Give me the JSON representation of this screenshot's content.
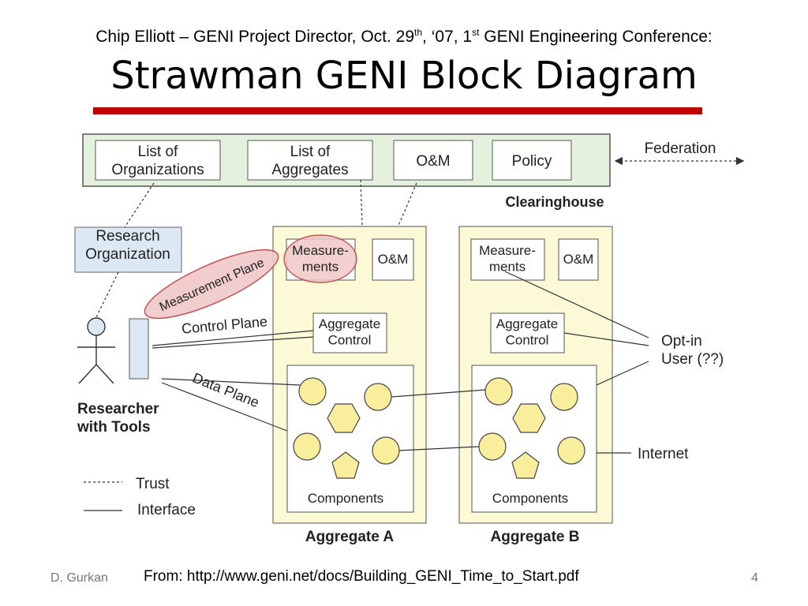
{
  "header": {
    "subtitle_prefix": "Chip Elliott – GENI Project Director, Oct. 29",
    "sup1": "th",
    "subtitle_mid": ", ‘07, 1",
    "sup2": "st",
    "subtitle_suffix": " GENI Engineering Conference:",
    "title": "Strawman GENI Block Diagram"
  },
  "clearinghouse": {
    "boxes": [
      "List of\nOrganizations",
      "List of\nAggregates",
      "O&M",
      "Policy"
    ],
    "label": "Clearinghouse",
    "federation": "Federation"
  },
  "research_org": "Research\nOrganization",
  "researcher": "Researcher\nwith Tools",
  "planes": {
    "measurement": "Measurement Plane",
    "control": "Control Plane",
    "data": "Data Plane"
  },
  "aggregate_a": {
    "measurements": "Measure-\nments",
    "om": "O&M",
    "control": "Aggregate\nControl",
    "components": "Components",
    "label": "Aggregate A"
  },
  "aggregate_b": {
    "measurements": "Measure-\nments",
    "om": "O&M",
    "control": "Aggregate\nControl",
    "components": "Components",
    "label": "Aggregate B"
  },
  "opt_in": "Opt-in\nUser (??)",
  "internet": "Internet",
  "legend": {
    "trust": "Trust",
    "interface": "Interface"
  },
  "footer": {
    "author": "D. Gurkan",
    "source": "From: http://www.geni.net/docs/Building_GENI_Time_to_Start.pdf",
    "page": "4"
  },
  "colors": {
    "clearinghouse_fill": "#e3f1dd",
    "aggregate_fill": "#fbf9d6",
    "research_org_fill": "#dce9f4",
    "component_fill": "#f8ee9c",
    "highlight_fill": "#f0c8c8",
    "highlight_stroke": "#c04040",
    "title_bar": "#c00000"
  }
}
